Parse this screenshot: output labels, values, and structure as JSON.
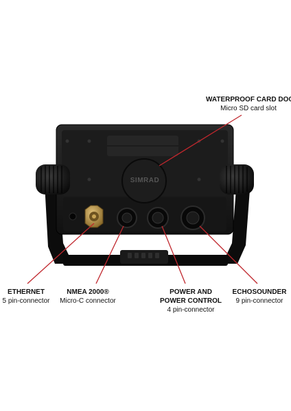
{
  "brand": {
    "logo_text": "SIMRAD"
  },
  "callouts": {
    "card_door": {
      "title": "WATERPROOF CARD DOOR",
      "subtitle": "Micro SD card slot"
    },
    "ethernet": {
      "title": "ETHERNET",
      "subtitle": "5 pin-connector"
    },
    "nmea": {
      "title": "NMEA 2000®",
      "subtitle": "Micro-C connector"
    },
    "power": {
      "title_line1": "POWER AND",
      "title_line2": "POWER CONTROL",
      "subtitle": "4 pin-connector"
    },
    "echosounder": {
      "title": "ECHOSOUNDER",
      "subtitle": "9 pin-connector"
    }
  },
  "colors": {
    "body": "#141414",
    "bracket": "#0c0c0c",
    "callout_line": "#c0272d",
    "brass": "#b8913f"
  }
}
